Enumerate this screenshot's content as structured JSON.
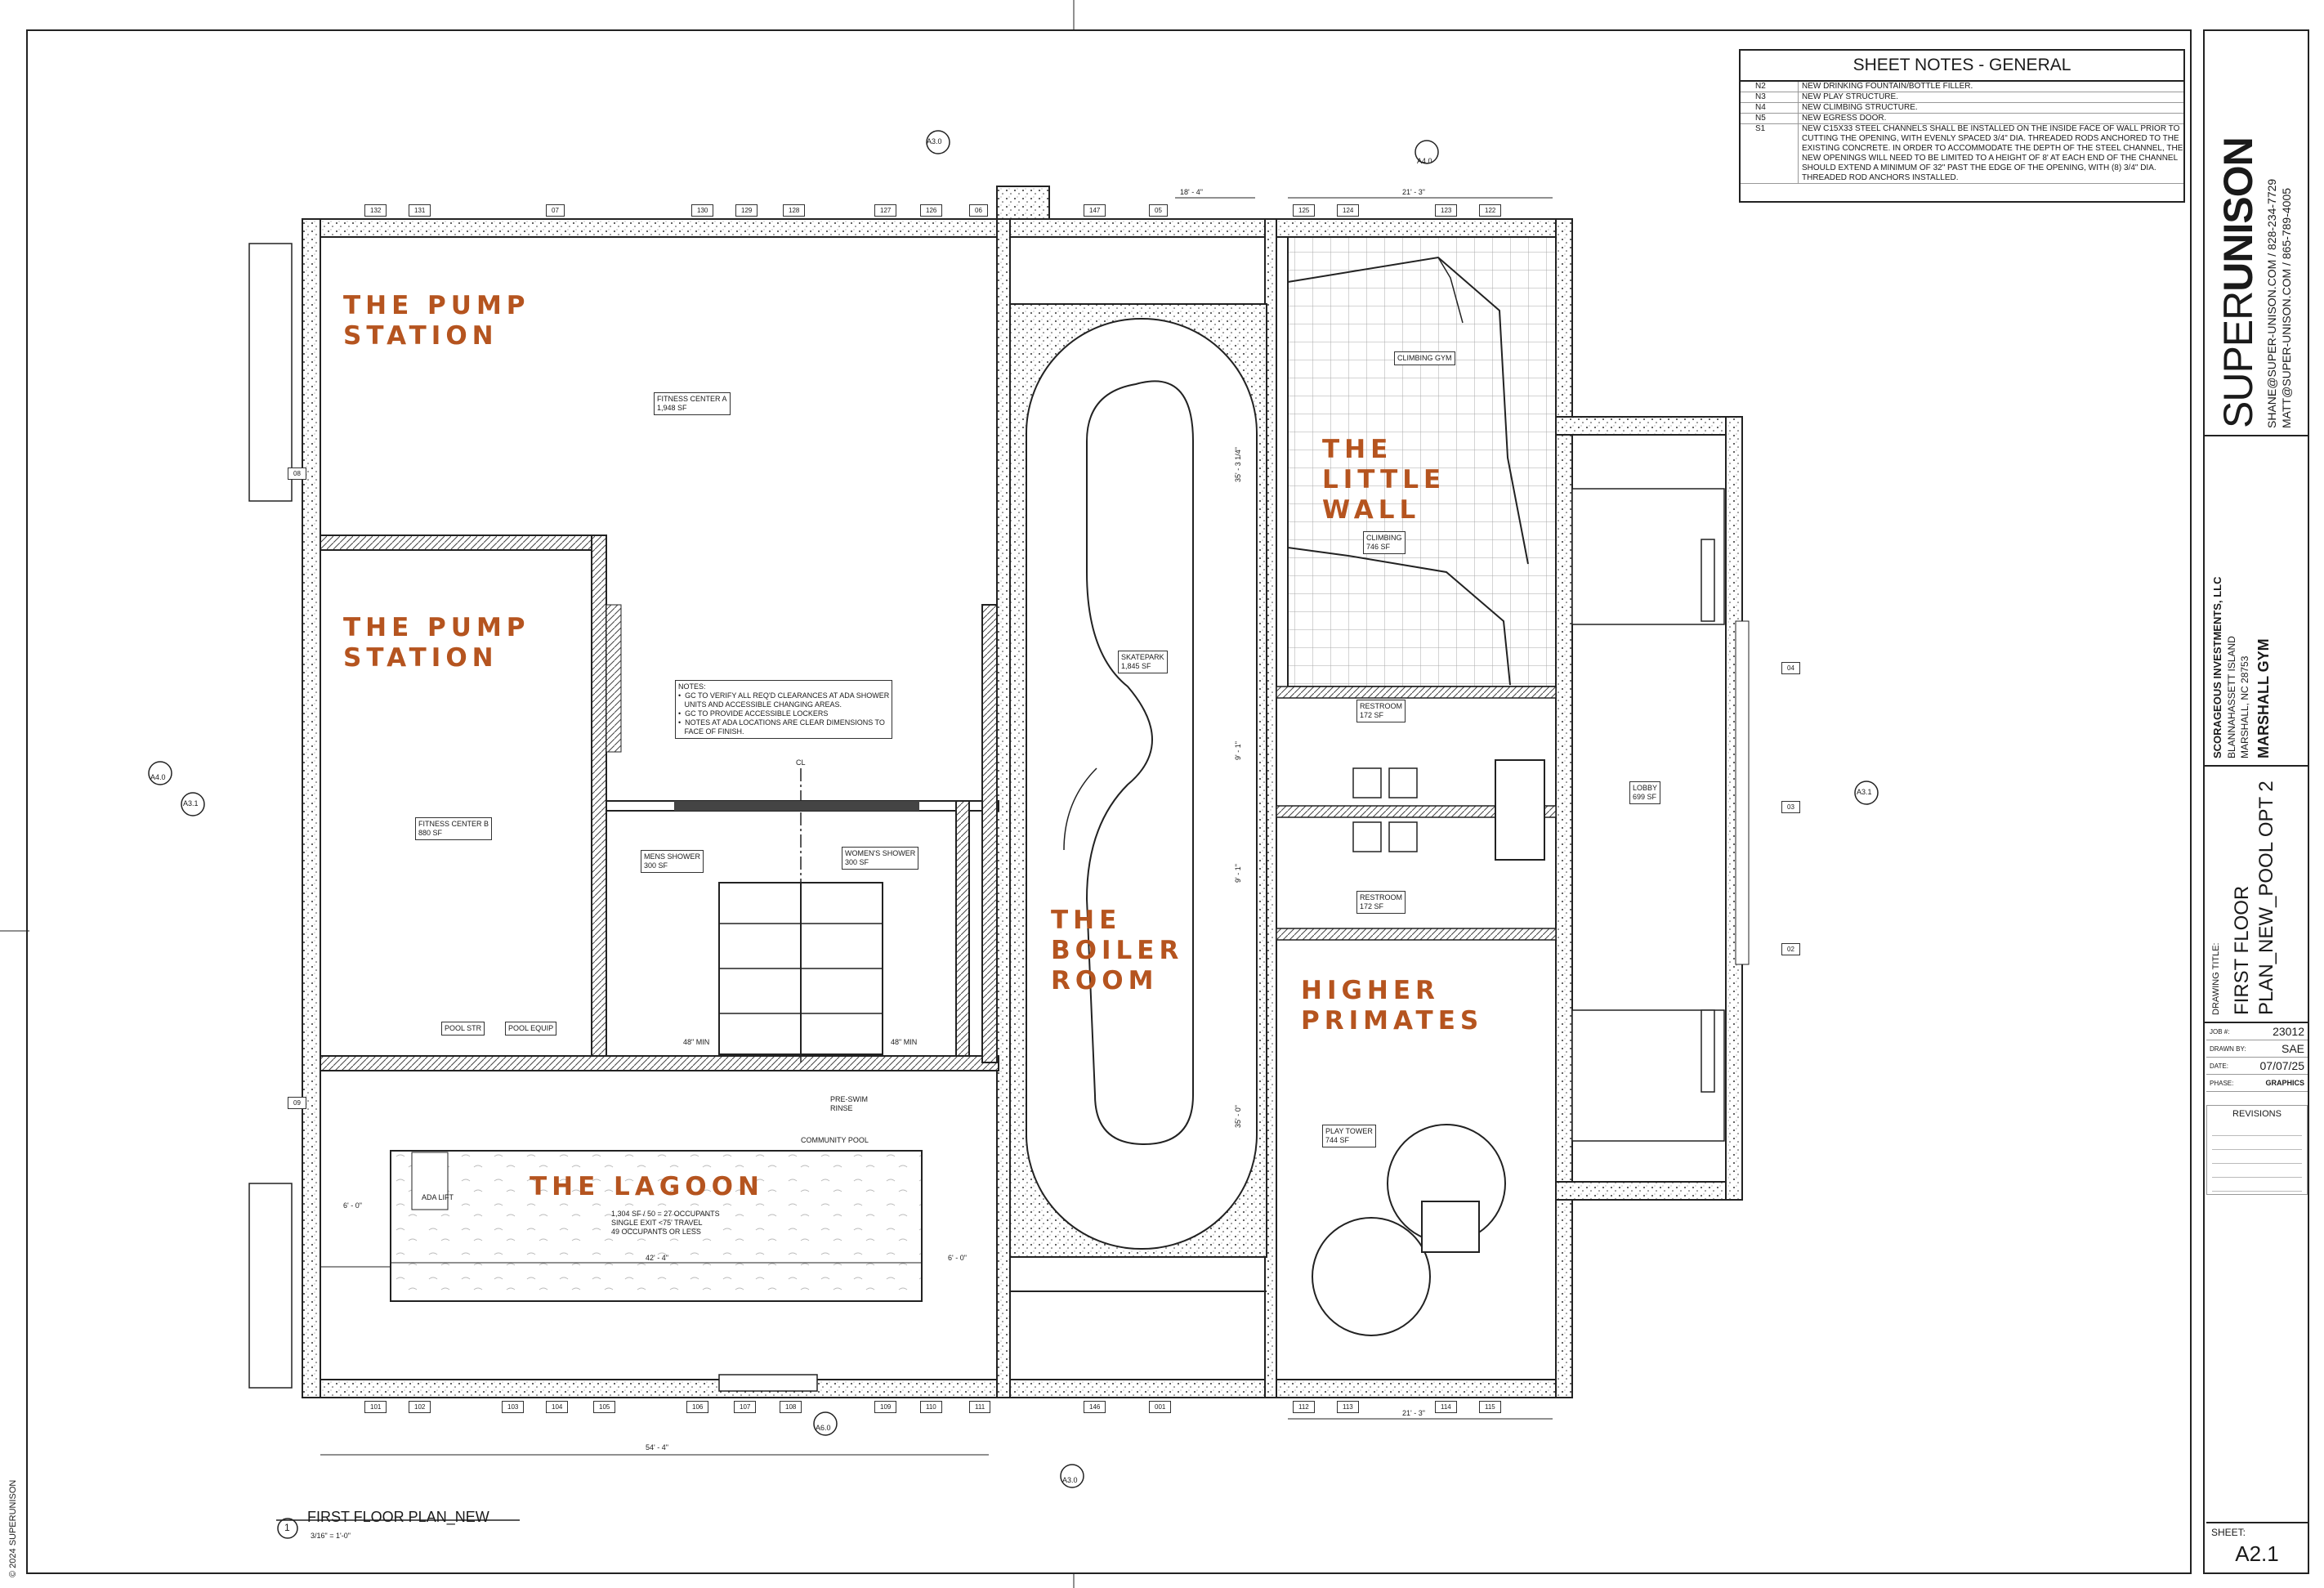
{
  "sheet_notes": {
    "title": "SHEET NOTES - GENERAL",
    "items": [
      {
        "code": "N2",
        "text": "NEW DRINKING FOUNTAIN/BOTTLE FILLER."
      },
      {
        "code": "N3",
        "text": "NEW PLAY STRUCTURE."
      },
      {
        "code": "N4",
        "text": "NEW CLIMBING STRUCTURE."
      },
      {
        "code": "N5",
        "text": "NEW EGRESS DOOR."
      },
      {
        "code": "S1",
        "text": "NEW C15X33 STEEL CHANNELS SHALL BE INSTALLED ON THE INSIDE FACE OF WALL PRIOR TO CUTTING THE OPENING, WITH EVENLY SPACED 3/4\" DIA. THREADED RODS ANCHORED TO THE EXISTING CONCRETE. IN ORDER TO ACCOMMODATE THE DEPTH OF THE STEEL CHANNEL, THE NEW OPENINGS WILL NEED TO BE LIMITED TO A HEIGHT OF 8' AT EACH END OF THE CHANNEL SHOULD EXTEND A MINIMUM OF 32\" PAST THE EDGE OF THE OPENING, WITH (8) 3/4\" DIA. THREADED ROD ANCHORS INSTALLED."
      }
    ]
  },
  "title_block": {
    "logo_left": "SUPER",
    "logo_right": "UNISON",
    "contact_1": "SHANE@SUPER-UNISON.COM / 828-234-7729",
    "contact_2": "MATT@SUPER-UNISON.COM / 865-789-4005",
    "client": "SCORAGEOUS INVESTMENTS, LLC",
    "address_1": "BLANNAHASSETT ISLAND",
    "address_2": "MARSHALL, NC 28753",
    "project": "MARSHALL GYM",
    "drawing_title_label": "DRAWING TITLE:",
    "drawing_title_1": "FIRST FLOOR",
    "drawing_title_2": "PLAN_NEW_POOL OPT 2",
    "job_label": "JOB #:",
    "job": "23012",
    "drawn_label": "DRAWN BY:",
    "drawn": "SAE",
    "date_label": "DATE:",
    "date": "07/07/25",
    "phase_label": "PHASE:",
    "phase": "GRAPHICS",
    "revisions_label": "REVISIONS",
    "sheet_label": "SHEET:",
    "sheet": "A2.1",
    "copyright": "© 2024 SUPERUNISON"
  },
  "rooms": {
    "pump_station_1": "THE PUMP STATION",
    "pump_station_2": "THE PUMP STATION",
    "little_wall": "THE LITTLE WALL",
    "boiler_room": "THE BOILER ROOM",
    "higher_primates": "HIGHER PRIMATES",
    "lagoon": "THE LAGOON"
  },
  "tags": {
    "fitness_a": "FITNESS CENTER A\n1,948 SF",
    "fitness_b": "FITNESS CENTER B\n880 SF",
    "climbing_gym": "CLIMBING GYM",
    "climbing": "CLIMBING\n746 SF",
    "skatepark": "SKATEPARK\n1,845 SF",
    "restroom_1": "RESTROOM\n172 SF",
    "restroom_2": "RESTROOM\n172 SF",
    "lobby": "LOBBY\n699 SF",
    "play_tower": "PLAY TOWER\n744 SF",
    "mens_shower": "MENS SHOWER\n300 SF",
    "womens_shower": "WOMEN'S SHOWER\n300 SF",
    "pool_str": "POOL STR",
    "pool_equip": "POOL EQUIP",
    "community_pool": "COMMUNITY POOL",
    "pre_swim": "PRE-SWIM\nRINSE",
    "ada_lift": "ADA LIFT",
    "occupancy": "1,304 SF / 50 = 27 OCCUPANTS\nSINGLE EXIT <75' TRAVEL\n49 OCCUPANTS OR LESS",
    "notes": "NOTES:\n•  GC TO VERIFY ALL REQ'D CLEARANCES AT ADA SHOWER\n   UNITS AND ACCESSIBLE CHANGING AREAS.\n•  GC TO PROVIDE ACCESSIBLE LOCKERS\n•  NOTES AT ADA LOCATIONS ARE CLEAR DIMENSIONS TO\n   FACE OF FINISH."
  },
  "dimensions": {
    "overall_width": "54' - 4\"",
    "top_mid": "18' - 4\"",
    "top_right": "21' - 3\"",
    "bottom_right": "21' - 3\"",
    "skate_1": "35' - 3 1/4\"",
    "skate_2": "9' - 1\"",
    "skate_3": "9' - 1\"",
    "skate_4": "35' - 0\"",
    "pool_len": "42' - 4\"",
    "pool_side": "6' - 0\"",
    "pool_left": "6' - 0\"",
    "min_48_a": "48\" MIN",
    "min_48_b": "48\" MIN",
    "cl": "CL"
  },
  "markers": {
    "a30_top": "A3.0",
    "a30_bottom": "A3.0",
    "a40_top": "A4.0",
    "a40_left": "A4.0",
    "a31_left": "A3.1",
    "a31_right": "A3.1",
    "a60": "A6.0"
  },
  "drawing": {
    "number": "1",
    "title": "FIRST FLOOR PLAN_NEW",
    "scale": "3/16\" = 1'-0\""
  },
  "window_tags_top": [
    "132",
    "131",
    "07",
    "130",
    "129",
    "128",
    "127",
    "126",
    "06",
    "147",
    "05",
    "125",
    "124",
    "123",
    "122"
  ],
  "window_tags_bottom": [
    "101",
    "102",
    "103",
    "104",
    "105",
    "106",
    "107",
    "108",
    "109",
    "110",
    "111",
    "146",
    "001",
    "112",
    "113",
    "114",
    "115"
  ],
  "door_tags": [
    "08",
    "09",
    "04",
    "03",
    "02"
  ]
}
